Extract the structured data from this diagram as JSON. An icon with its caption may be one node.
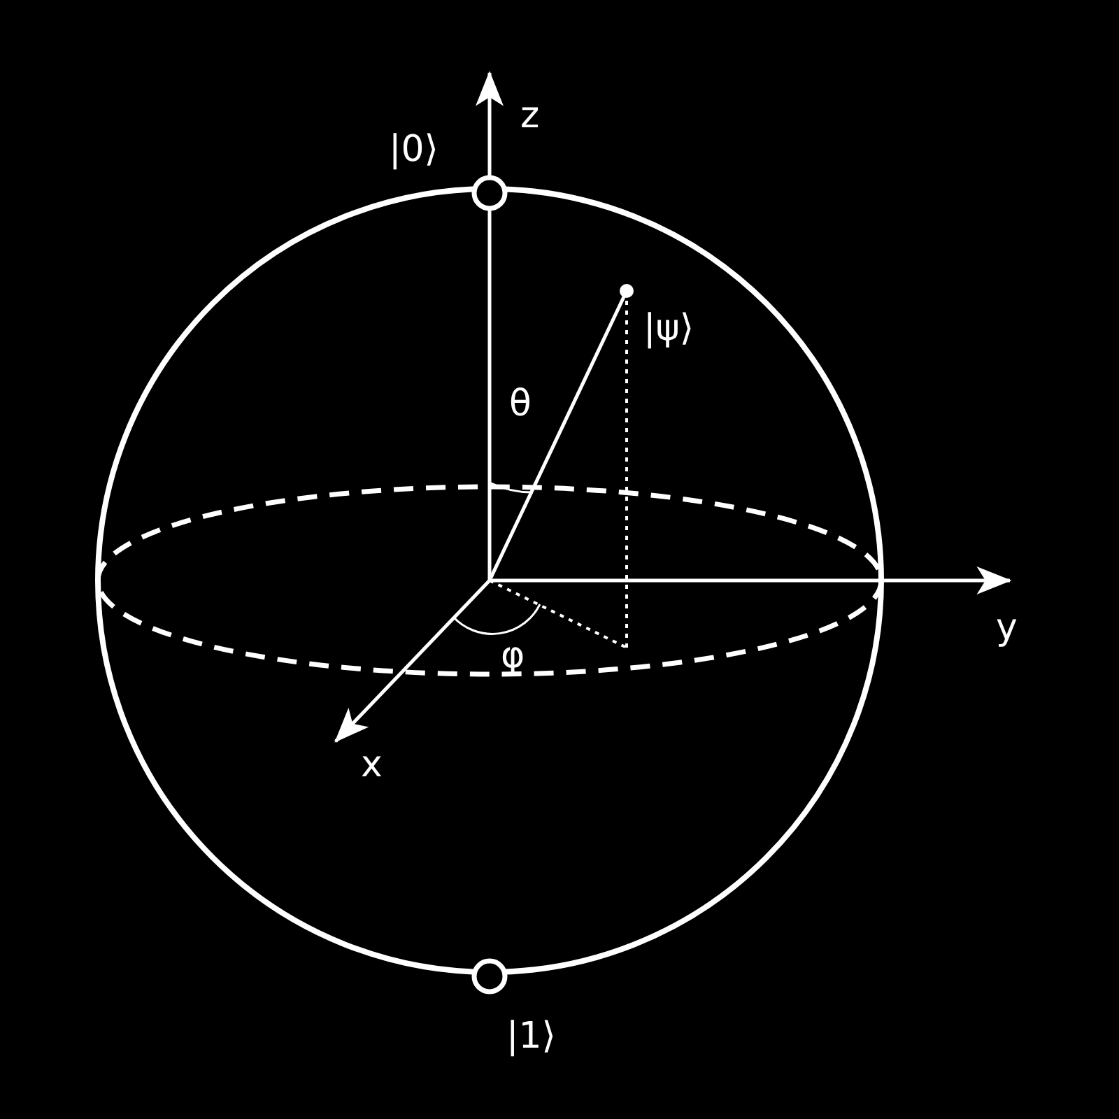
{
  "diagram": {
    "labels": [
      "|0⟩",
      "z",
      "|ψ⟩",
      "θ",
      "y",
      "φ",
      "x",
      "|1⟩"
    ]
  }
}
